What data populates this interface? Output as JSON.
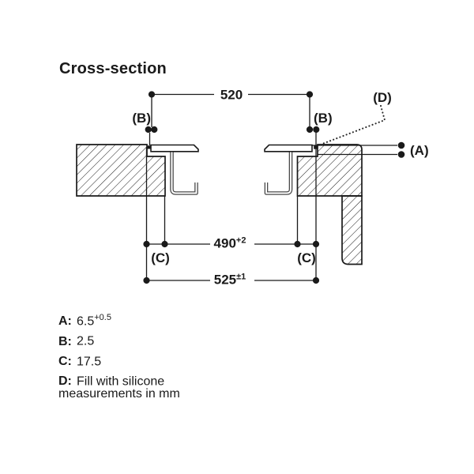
{
  "title": "Cross-section",
  "dims": {
    "d520": {
      "value": "520",
      "sup": ""
    },
    "d490": {
      "value": "490",
      "sup": "+2"
    },
    "d525": {
      "value": "525",
      "sup": "±1"
    }
  },
  "labels": {
    "a": "(A)",
    "b": "(B)",
    "c": "(C)",
    "d": "(D)"
  },
  "legend": [
    {
      "key": "A:",
      "value": "6.5",
      "sup": "+0.5"
    },
    {
      "key": "B:",
      "value": "2.5",
      "sup": ""
    },
    {
      "key": "C:",
      "value": "17.5",
      "sup": ""
    },
    {
      "key": "D:",
      "value": "Fill with silicone",
      "sup": ""
    }
  ],
  "footer": "measurements in mm",
  "colors": {
    "ink": "#1a1a1a",
    "profile_gray": "#4a4a4a",
    "background": "#ffffff"
  }
}
